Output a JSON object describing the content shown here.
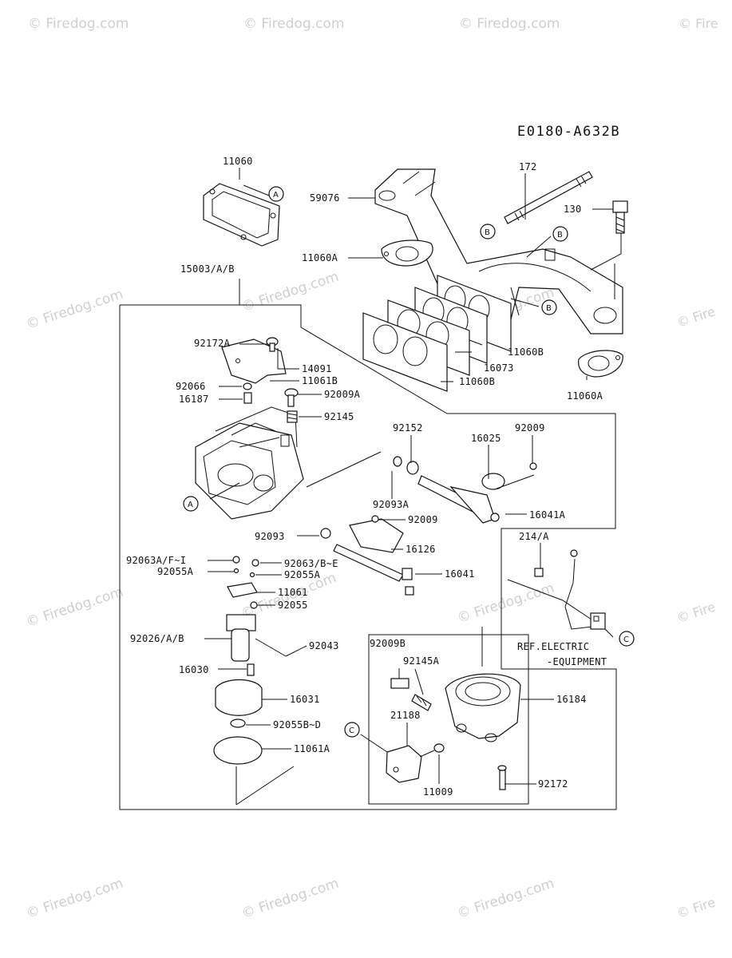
{
  "diagram_code": "E0180-A632B",
  "watermark": "© Firedog.com",
  "watermark_short": "© Fire",
  "ref_note": {
    "line1": "REF.ELECTRIC",
    "line2": "-EQUIPMENT"
  },
  "callouts": {
    "A": "A",
    "B": "B",
    "C": "C"
  },
  "parts": {
    "p11060": "11060",
    "p172": "172",
    "p59076": "59076",
    "p130": "130",
    "p11060A_top": "11060A",
    "p15003": "15003/A/B",
    "p92172A": "92172A",
    "p11060B_1": "11060B",
    "p16073": "16073",
    "p11060B_2": "11060B",
    "p11060A_r": "11060A",
    "p14091": "14091",
    "p11061B": "11061B",
    "p92066": "92066",
    "p16187": "16187",
    "p92009A": "92009A",
    "p92145": "92145",
    "p92152": "92152",
    "p16025": "16025",
    "p92009_r": "92009",
    "p92093A": "92093A",
    "p16041A": "16041A",
    "p92093": "92093",
    "p92009_m": "92009",
    "p16126": "16126",
    "p214": "214/A",
    "p92063A": "92063A/F~I",
    "p92063": "92063/B~E",
    "p92055A_l": "92055A",
    "p92055A_r": "92055A",
    "p16041": "16041",
    "p11061": "11061",
    "p92055": "92055",
    "p92026": "92026/A/B",
    "p92043": "92043",
    "p16030": "16030",
    "p16031": "16031",
    "p92055B": "92055B~D",
    "p11061A": "11061A",
    "p92009B": "92009B",
    "p92145A": "92145A",
    "p16184": "16184",
    "p21188": "21188",
    "p11009": "11009",
    "p92172": "92172"
  }
}
